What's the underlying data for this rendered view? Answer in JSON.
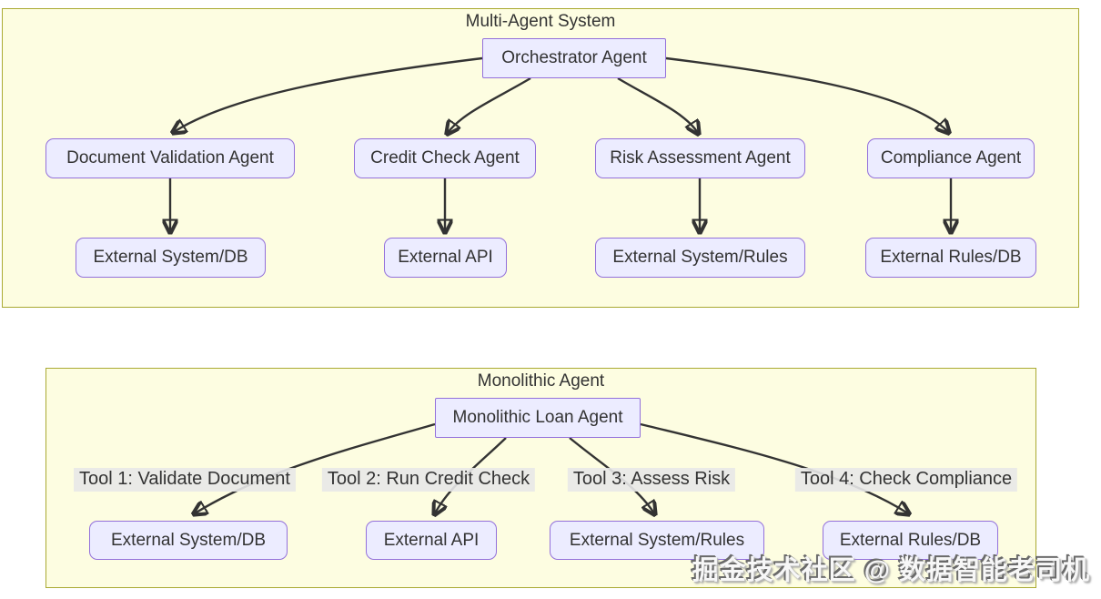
{
  "diagram": {
    "multi_agent": {
      "title": "Multi-Agent System",
      "orchestrator": "Orchestrator Agent",
      "agents": [
        "Document Validation Agent",
        "Credit Check Agent",
        "Risk Assessment Agent",
        "Compliance Agent"
      ],
      "externals": [
        "External System/DB",
        "External API",
        "External System/Rules",
        "External Rules/DB"
      ]
    },
    "monolithic": {
      "title": "Monolithic Agent",
      "root": "Monolithic Loan Agent",
      "tools": [
        "Tool 1: Validate Document",
        "Tool 2: Run Credit Check",
        "Tool 3: Assess Risk",
        "Tool 4: Check Compliance"
      ],
      "externals": [
        "External System/DB",
        "External API",
        "External System/Rules",
        "External Rules/DB"
      ]
    },
    "watermark": "掘金技术社区 @ 数据智能老司机",
    "colors": {
      "panel_fill": "#fdfde1",
      "panel_border": "#aaaa33",
      "node_fill": "#ececff",
      "node_border": "#9370db",
      "edge": "#333333",
      "text": "#333333",
      "edge_label_bg": "#e8e8e8"
    }
  }
}
